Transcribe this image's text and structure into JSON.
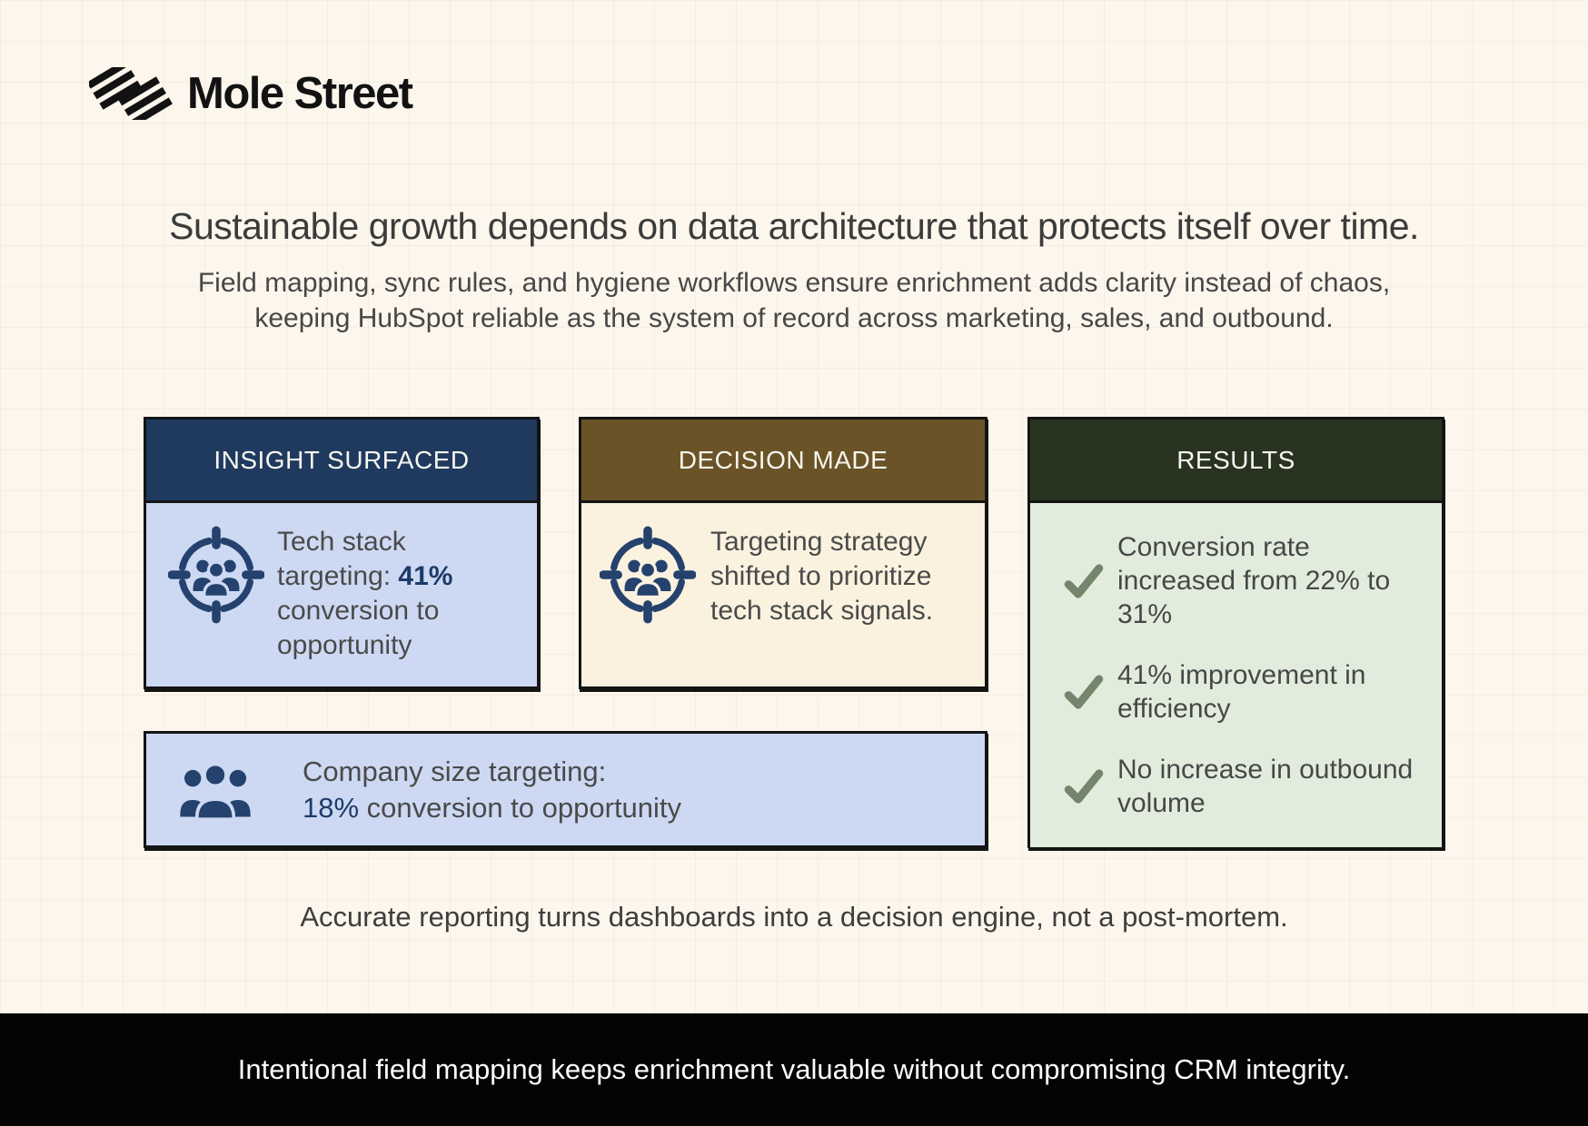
{
  "logo": {
    "text": "Mole Street",
    "icon": "diagonal-stripes-logo-icon"
  },
  "header": {
    "title": "Sustainable growth depends on data architecture that protects itself over time.",
    "subtitle_line1": "Field mapping, sync rules, and hygiene workflows ensure enrichment adds clarity instead of chaos,",
    "subtitle_line2": "keeping HubSpot reliable as the system of record across marketing, sales, and outbound."
  },
  "cards": {
    "insight": {
      "header": "INSIGHT SURFACED",
      "icon": "target-users-icon",
      "text_prefix": "Tech stack targeting: ",
      "text_bold": "41%",
      "text_suffix": " conversion to opportunity"
    },
    "decision": {
      "header": "DECISION MADE",
      "icon": "target-users-icon",
      "text": "Targeting strategy shifted to prioritize tech stack signals."
    },
    "results": {
      "header": "RESULTS",
      "check_icon": "check-icon",
      "items": [
        {
          "text": "Conversion rate increased from 22% to 31%"
        },
        {
          "text": "41% improvement in efficiency"
        },
        {
          "text": "No increase in outbound volume"
        }
      ]
    },
    "company_size": {
      "icon": "people-group-icon",
      "line1": "Company size targeting:",
      "value_highlight": "18%",
      "value_suffix": " conversion to opportunity"
    }
  },
  "caption": "Accurate reporting turns dashboards into a decision engine, not a post-mortem.",
  "footer": "Intentional field mapping keeps enrichment valuable without compromising CRM integrity.",
  "colors": {
    "background": "#fcf6ec",
    "navy_header": "#1f3a5e",
    "brown_header": "#6a5326",
    "green_header": "#293420",
    "light_blue_body": "#cdd9f3",
    "cream_body": "#faf2df",
    "light_green_body": "#e2ecdc",
    "accent_navy": "#1d3a69",
    "check_green": "#73856a",
    "footer_black": "#040404"
  }
}
